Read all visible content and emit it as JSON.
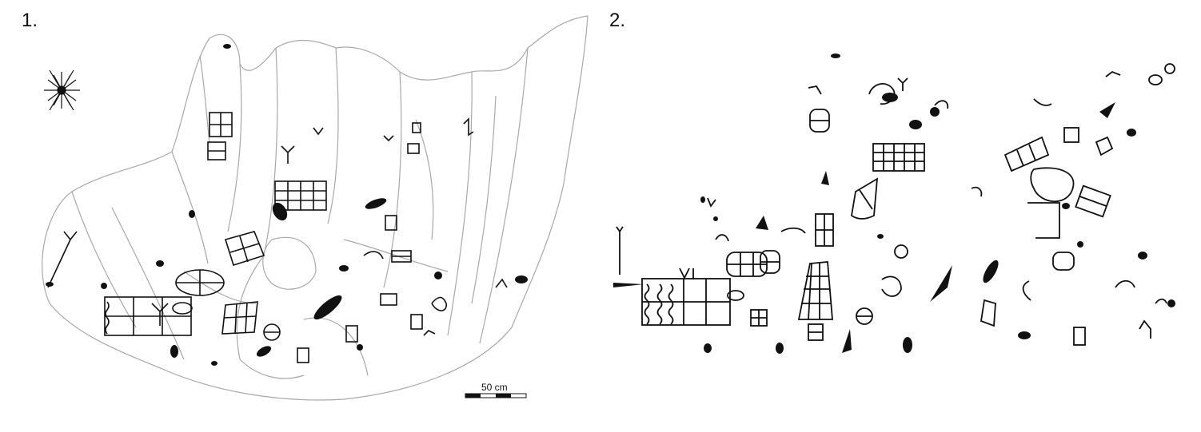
{
  "panels": [
    {
      "label": "1.",
      "scale_bar": {
        "label": "50 cm"
      }
    },
    {
      "label": "2."
    }
  ],
  "colors": {
    "outline": "#a8a8a8",
    "ink": "#111111"
  }
}
